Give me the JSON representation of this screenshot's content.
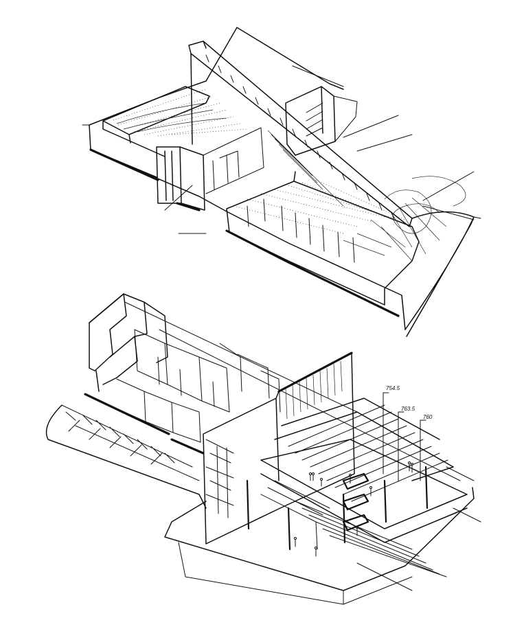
{
  "sketches": {
    "top": {
      "kind": "axonometric-section"
    },
    "bottom": {
      "kind": "axonometric-cutaway",
      "level_labels": [
        "754.5",
        "763.5",
        "760"
      ]
    }
  },
  "colors": {
    "ink": "#111111",
    "paper": "#ffffff"
  }
}
